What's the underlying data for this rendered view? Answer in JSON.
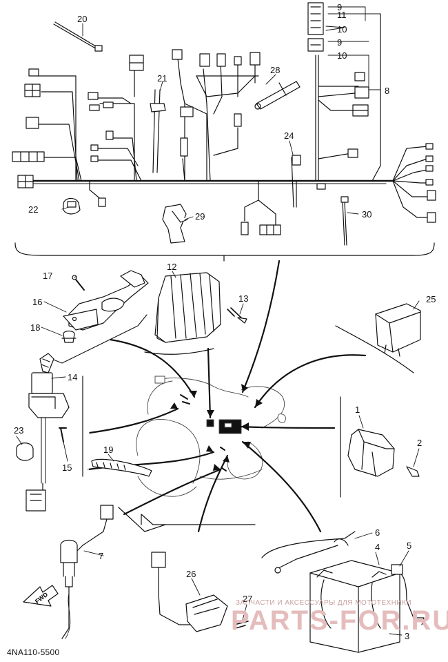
{
  "diagram": {
    "part_code": "4NA110-5500",
    "fwd_label": "FWD",
    "watermark": {
      "text": "ЗАПЧАСТИ И АКСЕССУАРЫ ДЛЯ МОТОТЕХНИКИ",
      "logo": "PARTS-FOR.RU"
    },
    "callouts": {
      "c1": "1",
      "c2": "2",
      "c3": "3",
      "c4": "4",
      "c5": "5",
      "c6": "6",
      "c7": "7",
      "c8": "8",
      "c9a": "9",
      "c9b": "9",
      "c10a": "10",
      "c10b": "10",
      "c11": "11",
      "c12": "12",
      "c13": "13",
      "c14": "14",
      "c15": "15",
      "c16": "16",
      "c17": "17",
      "c18": "18",
      "c19": "19",
      "c20": "20",
      "c21": "21",
      "c22": "22",
      "c23": "23",
      "c24": "24",
      "c25": "25",
      "c26": "26",
      "c27": "27",
      "c28": "28",
      "c29": "29",
      "c30": "30"
    }
  }
}
